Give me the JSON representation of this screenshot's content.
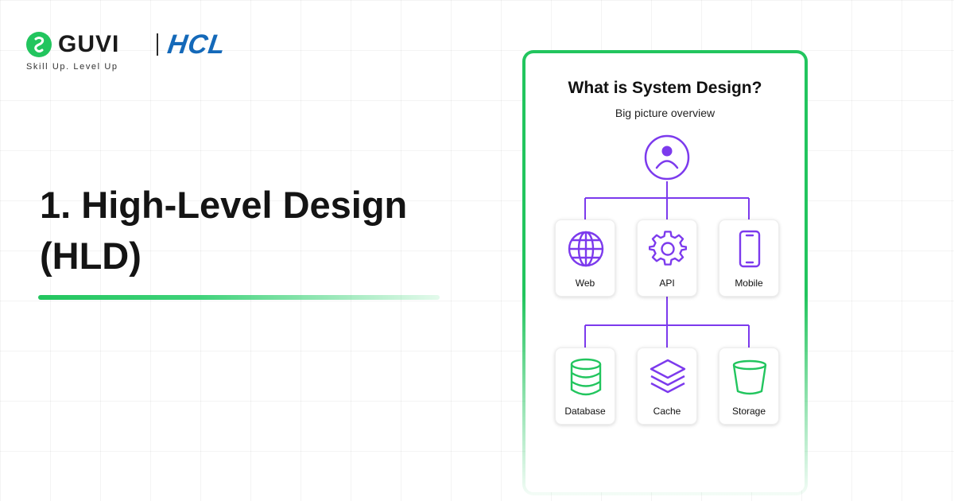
{
  "brand": {
    "name": "GUVI",
    "partner": "HCL",
    "tagline": "Skill Up. Level Up"
  },
  "headline": {
    "line1": "1. High-Level Design",
    "line2": "(HLD)"
  },
  "diagram": {
    "title": "What is System Design?",
    "subtitle": "Big picture overview",
    "root_icon": "user-circle-icon",
    "tier1": [
      {
        "label": "Web",
        "icon": "globe-icon"
      },
      {
        "label": "API",
        "icon": "gear-icon"
      },
      {
        "label": "Mobile",
        "icon": "mobile-phone-icon"
      }
    ],
    "tier2": [
      {
        "label": "Database",
        "icon": "database-icon"
      },
      {
        "label": "Cache",
        "icon": "layers-icon"
      },
      {
        "label": "Storage",
        "icon": "bucket-icon"
      }
    ]
  },
  "colors": {
    "accent_green": "#22c55e",
    "accent_purple": "#7c3aed",
    "brand_blue": "#1469b9",
    "text_dark": "#111111"
  }
}
